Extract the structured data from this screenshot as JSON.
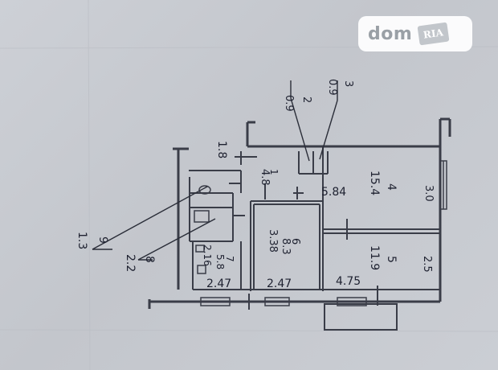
{
  "watermark": {
    "brand": "dom",
    "badge": "RIA"
  },
  "plan": {
    "vertical_dims": {
      "left_wall": "1.8",
      "right_window": "3.0",
      "right_lower": "2.5"
    },
    "bottom_dims": {
      "left": "2.47",
      "middle": "2.47",
      "right": "4.75"
    },
    "rooms": [
      {
        "number": "1",
        "area": "4.8",
        "width": "5.84"
      },
      {
        "number": "4",
        "area": "15.4"
      },
      {
        "number": "5",
        "area": "11.9"
      },
      {
        "number": "6",
        "area": "8.3",
        "width": "3.38"
      },
      {
        "number": "7",
        "area": "5.8",
        "width": "2.16"
      }
    ],
    "callouts": [
      {
        "number": "2",
        "area": "0.9"
      },
      {
        "number": "3",
        "area": "0.9"
      },
      {
        "number": "9",
        "area": "1.3"
      },
      {
        "number": "8",
        "area": "2.2"
      }
    ]
  }
}
